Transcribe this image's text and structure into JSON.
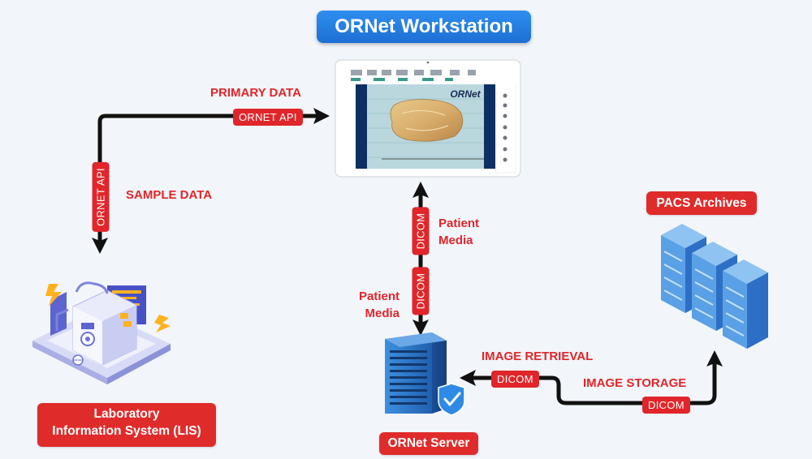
{
  "title": "ORNet Workstation",
  "nodes": {
    "lis": "Laboratory\nInformation System (LIS)",
    "server": "ORNet Server",
    "pacs": "PACS Archives"
  },
  "edges": {
    "lis_to_workstation": {
      "label": "PRIMARY DATA",
      "tag": "ORNET API"
    },
    "workstation_to_lis": {
      "label": "SAMPLE DATA",
      "tag": "ORNET API"
    },
    "server_to_workstation": {
      "label": "Patient\nMedia",
      "tag": "DICOM"
    },
    "workstation_to_server": {
      "label": "Patient\nMedia",
      "tag": "DICOM"
    },
    "pacs_to_server": {
      "label": "IMAGE RETRIEVAL",
      "tag": "DICOM"
    },
    "server_to_pacs": {
      "label": "IMAGE STORAGE",
      "tag": "DICOM"
    }
  },
  "screen": {
    "logo": "ORNet"
  },
  "colors": {
    "accent_red": "#e0262a",
    "title_blue": "#2585e8",
    "rack_blue": "#2f7fd0",
    "line": "#111111"
  }
}
